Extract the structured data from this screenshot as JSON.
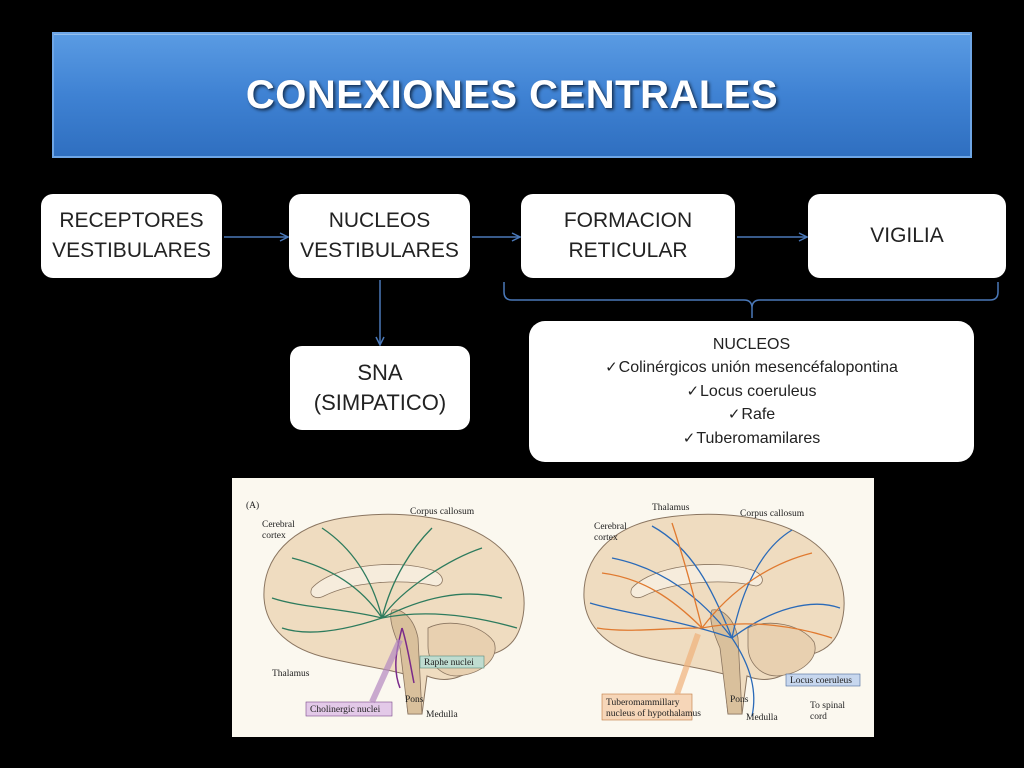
{
  "title": "CONEXIONES CENTRALES",
  "boxes": {
    "receptores": "RECEPTORES\nVESTIBULARES",
    "nucleos": "NUCLEOS\nVESTIBULARES",
    "formacion": "FORMACION\nRETICULAR",
    "vigilia": "VIGILIA",
    "sna": "SNA\n(SIMPATICO)"
  },
  "nucleos_list": {
    "heading": "NUCLEOS",
    "items": [
      "Colinérgicos unión mesencéfalopontina",
      "Locus coeruleus",
      "Rafe",
      "Tuberomamilares"
    ]
  },
  "figure": {
    "panel_letter": "(A)",
    "left": {
      "corpus_callosum": "Corpus callosum",
      "cerebral_cortex_1": "Cerebral",
      "cerebral_cortex_2": "cortex",
      "thalamus": "Thalamus",
      "raphe_nuclei": "Raphe nuclei",
      "pons": "Pons",
      "cholinergic_nuclei": "Cholinergic nuclei",
      "medulla": "Medulla"
    },
    "right": {
      "thalamus": "Thalamus",
      "corpus_callosum": "Corpus callosum",
      "cerebral_cortex_1": "Cerebral",
      "cerebral_cortex_2": "cortex",
      "locus_coeruleus": "Locus coeruleus",
      "tubero_1": "Tuberomammillary",
      "tubero_2": "nucleus of hypothalamus",
      "pons": "Pons",
      "medulla": "Medulla",
      "spinal_1": "To spinal",
      "spinal_2": "cord"
    }
  },
  "colors": {
    "banner": "#3f82d3",
    "arrow": "#4a78b8",
    "cholinergic": "#1f7a5a",
    "raphe": "#7a2a8a",
    "noradrenergic": "#2a6ab8",
    "histaminergic": "#e07a30"
  }
}
